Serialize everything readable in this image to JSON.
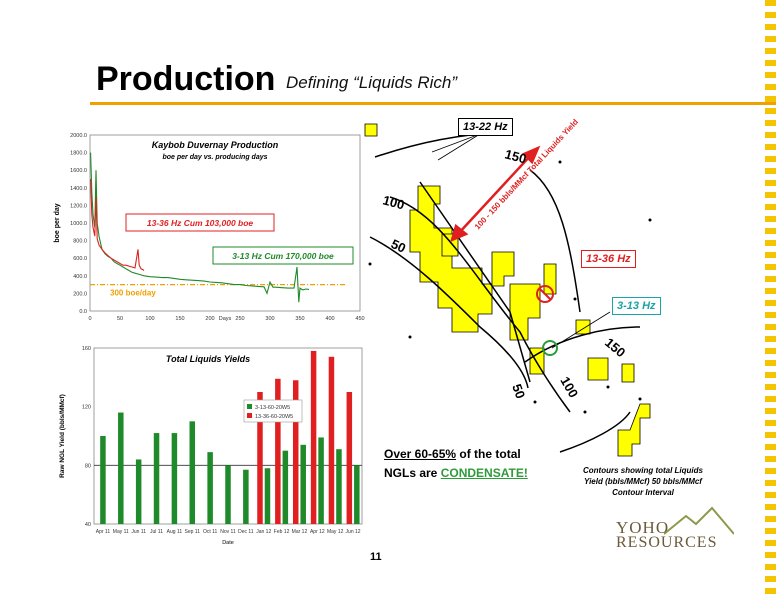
{
  "header": {
    "title": "Production",
    "subtitle": "Defining “Liquids Rich”",
    "page_number": "11"
  },
  "colors": {
    "accent": "#f0a000",
    "series_green": "#1f8a2a",
    "series_red": "#e02020",
    "map_fill": "#ffff00"
  },
  "chart_data": [
    {
      "type": "line",
      "title": "Kaybob Duvernay Production",
      "subtitle": "boe per day vs. producing days",
      "xlabel": "Days",
      "ylabel": "boe per day",
      "xlim": [
        0,
        450
      ],
      "ylim": [
        0,
        2000
      ],
      "x_ticks": [
        0,
        50,
        100,
        150,
        200,
        250,
        300,
        350,
        400,
        450
      ],
      "y_ticks": [
        0,
        200,
        400,
        600,
        800,
        1000,
        1200,
        1400,
        1600,
        1800,
        2000
      ],
      "y_tick_labels": [
        "0.0",
        "200.0",
        "400.0",
        "600.0",
        "800.0",
        "1000.0",
        "1200.0",
        "1400.0",
        "1600.0",
        "1800.0",
        "2000.0"
      ],
      "series": [
        {
          "name": "3-13 Hz",
          "x": [
            1,
            3,
            5,
            8,
            10,
            12,
            15,
            18,
            20,
            25,
            30,
            35,
            40,
            45,
            50,
            55,
            60,
            65,
            70,
            75,
            80,
            85,
            90,
            100,
            110,
            120,
            130,
            140,
            150,
            160,
            170,
            180,
            190,
            200,
            210,
            220,
            230,
            240,
            250,
            260,
            270,
            280,
            290,
            295,
            300,
            305,
            310,
            320,
            330,
            340,
            345,
            348,
            350,
            352,
            355,
            360,
            365
          ],
          "y": [
            1800,
            1350,
            1100,
            950,
            1600,
            1000,
            850,
            760,
            700,
            650,
            620,
            600,
            560,
            540,
            520,
            500,
            480,
            460,
            440,
            430,
            420,
            410,
            400,
            390,
            385,
            380,
            380,
            370,
            360,
            355,
            350,
            345,
            340,
            330,
            325,
            320,
            310,
            300,
            300,
            290,
            285,
            280,
            275,
            200,
            330,
            270,
            270,
            265,
            260,
            260,
            500,
            100,
            260,
            250,
            240,
            250,
            245
          ]
        },
        {
          "name": "13-36 Hz",
          "x": [
            1,
            3,
            5,
            8,
            10,
            12,
            15,
            20,
            25,
            30,
            35,
            40,
            45,
            50,
            55,
            60,
            65,
            70,
            75,
            80,
            82,
            85,
            88,
            90
          ],
          "y": [
            1500,
            1100,
            950,
            850,
            1300,
            820,
            750,
            700,
            660,
            630,
            600,
            580,
            560,
            540,
            520,
            520,
            510,
            500,
            490,
            700,
            520,
            480,
            470,
            460
          ]
        }
      ],
      "annotations": [
        {
          "text": "13-36 Hz Cum 103,000 boe",
          "color": "#e02020"
        },
        {
          "text": "3-13 Hz Cum 170,000 boe",
          "color": "#1f8a2a"
        }
      ],
      "reference_line": {
        "label": "300 boe/day",
        "value": 300,
        "color": "#f0a000"
      }
    },
    {
      "type": "bar",
      "title": "Total Liquids Yields",
      "xlabel": "Date",
      "ylabel": "Raw NGL Yield (bbls/MMcf)",
      "ylim": [
        40,
        160
      ],
      "y_ticks": [
        40,
        80,
        120,
        160
      ],
      "grid_y": [
        80
      ],
      "legend_position": "top-right",
      "categories": [
        "Apr 11",
        "May 11",
        "Jun 11",
        "Jul 11",
        "Aug 11",
        "Sep 11",
        "Oct 11",
        "Nov 11",
        "Dec 11",
        "Jan 12",
        "Feb 12",
        "Mar 12",
        "Apr 12",
        "May 12",
        "Jun 12"
      ],
      "series": [
        {
          "name": "3-13-60-20W5",
          "color": "#1f8a2a",
          "values": [
            100,
            116,
            84,
            102,
            102,
            110,
            89,
            80,
            77,
            78,
            90,
            94,
            99,
            91,
            80
          ]
        },
        {
          "name": "13-36-60-20W5",
          "color": "#e02020",
          "values": [
            null,
            null,
            null,
            null,
            null,
            null,
            null,
            null,
            null,
            130,
            139,
            138,
            158,
            154,
            130
          ]
        }
      ]
    }
  ],
  "map": {
    "labels": {
      "well_a": "13-22 Hz",
      "well_b": "13-36 Hz",
      "well_c": "3-13 Hz",
      "c100a": "100",
      "c50a": "50",
      "c150a": "150",
      "c150b": "150",
      "c100b": "100",
      "c50b": "50",
      "arrow_text": "100 - 150 bbls/MMcf Total Liquids Yield"
    }
  },
  "notes": {
    "ngl_prefix": "Over 60-65%",
    "ngl_mid": " of the total",
    "ngl_line2_prefix": "NGLs are ",
    "ngl_highlight": "CONDENSATE!",
    "contour_caption": "Contours showing total Liquids Yield (bbls/MMcf) 50 bbls/MMcf Contour Interval"
  },
  "logo": {
    "line1": "YOHO",
    "line2": "RESOURCES"
  }
}
